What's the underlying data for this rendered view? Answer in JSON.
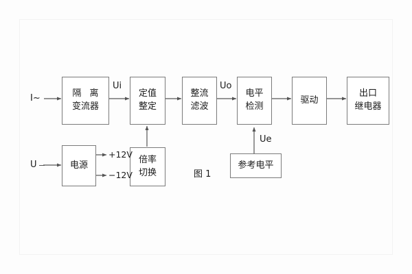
{
  "figure": {
    "caption": "图 1",
    "line_color": "#555555",
    "box_border_color": "#7a7a7a",
    "text_color": "#1a1a1a",
    "background": "#fdfdfd"
  },
  "blocks": [
    {
      "id": "isolation-transformer",
      "line1": "隔 离",
      "line2": "变流器"
    },
    {
      "id": "setting-value",
      "line1": "定值",
      "line2": "整定"
    },
    {
      "id": "rectify-filter",
      "line1": "整流",
      "line2": "滤波"
    },
    {
      "id": "level-detection",
      "line1": "电平",
      "line2": "检测"
    },
    {
      "id": "driver",
      "line1": "驱动",
      "line2": ""
    },
    {
      "id": "output-relay",
      "line1": "出口",
      "line2": "继电器"
    },
    {
      "id": "power-supply",
      "line1": "电源",
      "line2": ""
    },
    {
      "id": "multiplier-switch",
      "line1": "倍率",
      "line2": "切换"
    },
    {
      "id": "reference-level",
      "line1": "参考电平",
      "line2": ""
    }
  ],
  "signals": {
    "current_input": "I~",
    "voltage_input": "U",
    "ui": "Ui",
    "uo": "Uo",
    "ue": "Ue",
    "supply_positive": "+12V",
    "supply_negative": "−12V"
  }
}
